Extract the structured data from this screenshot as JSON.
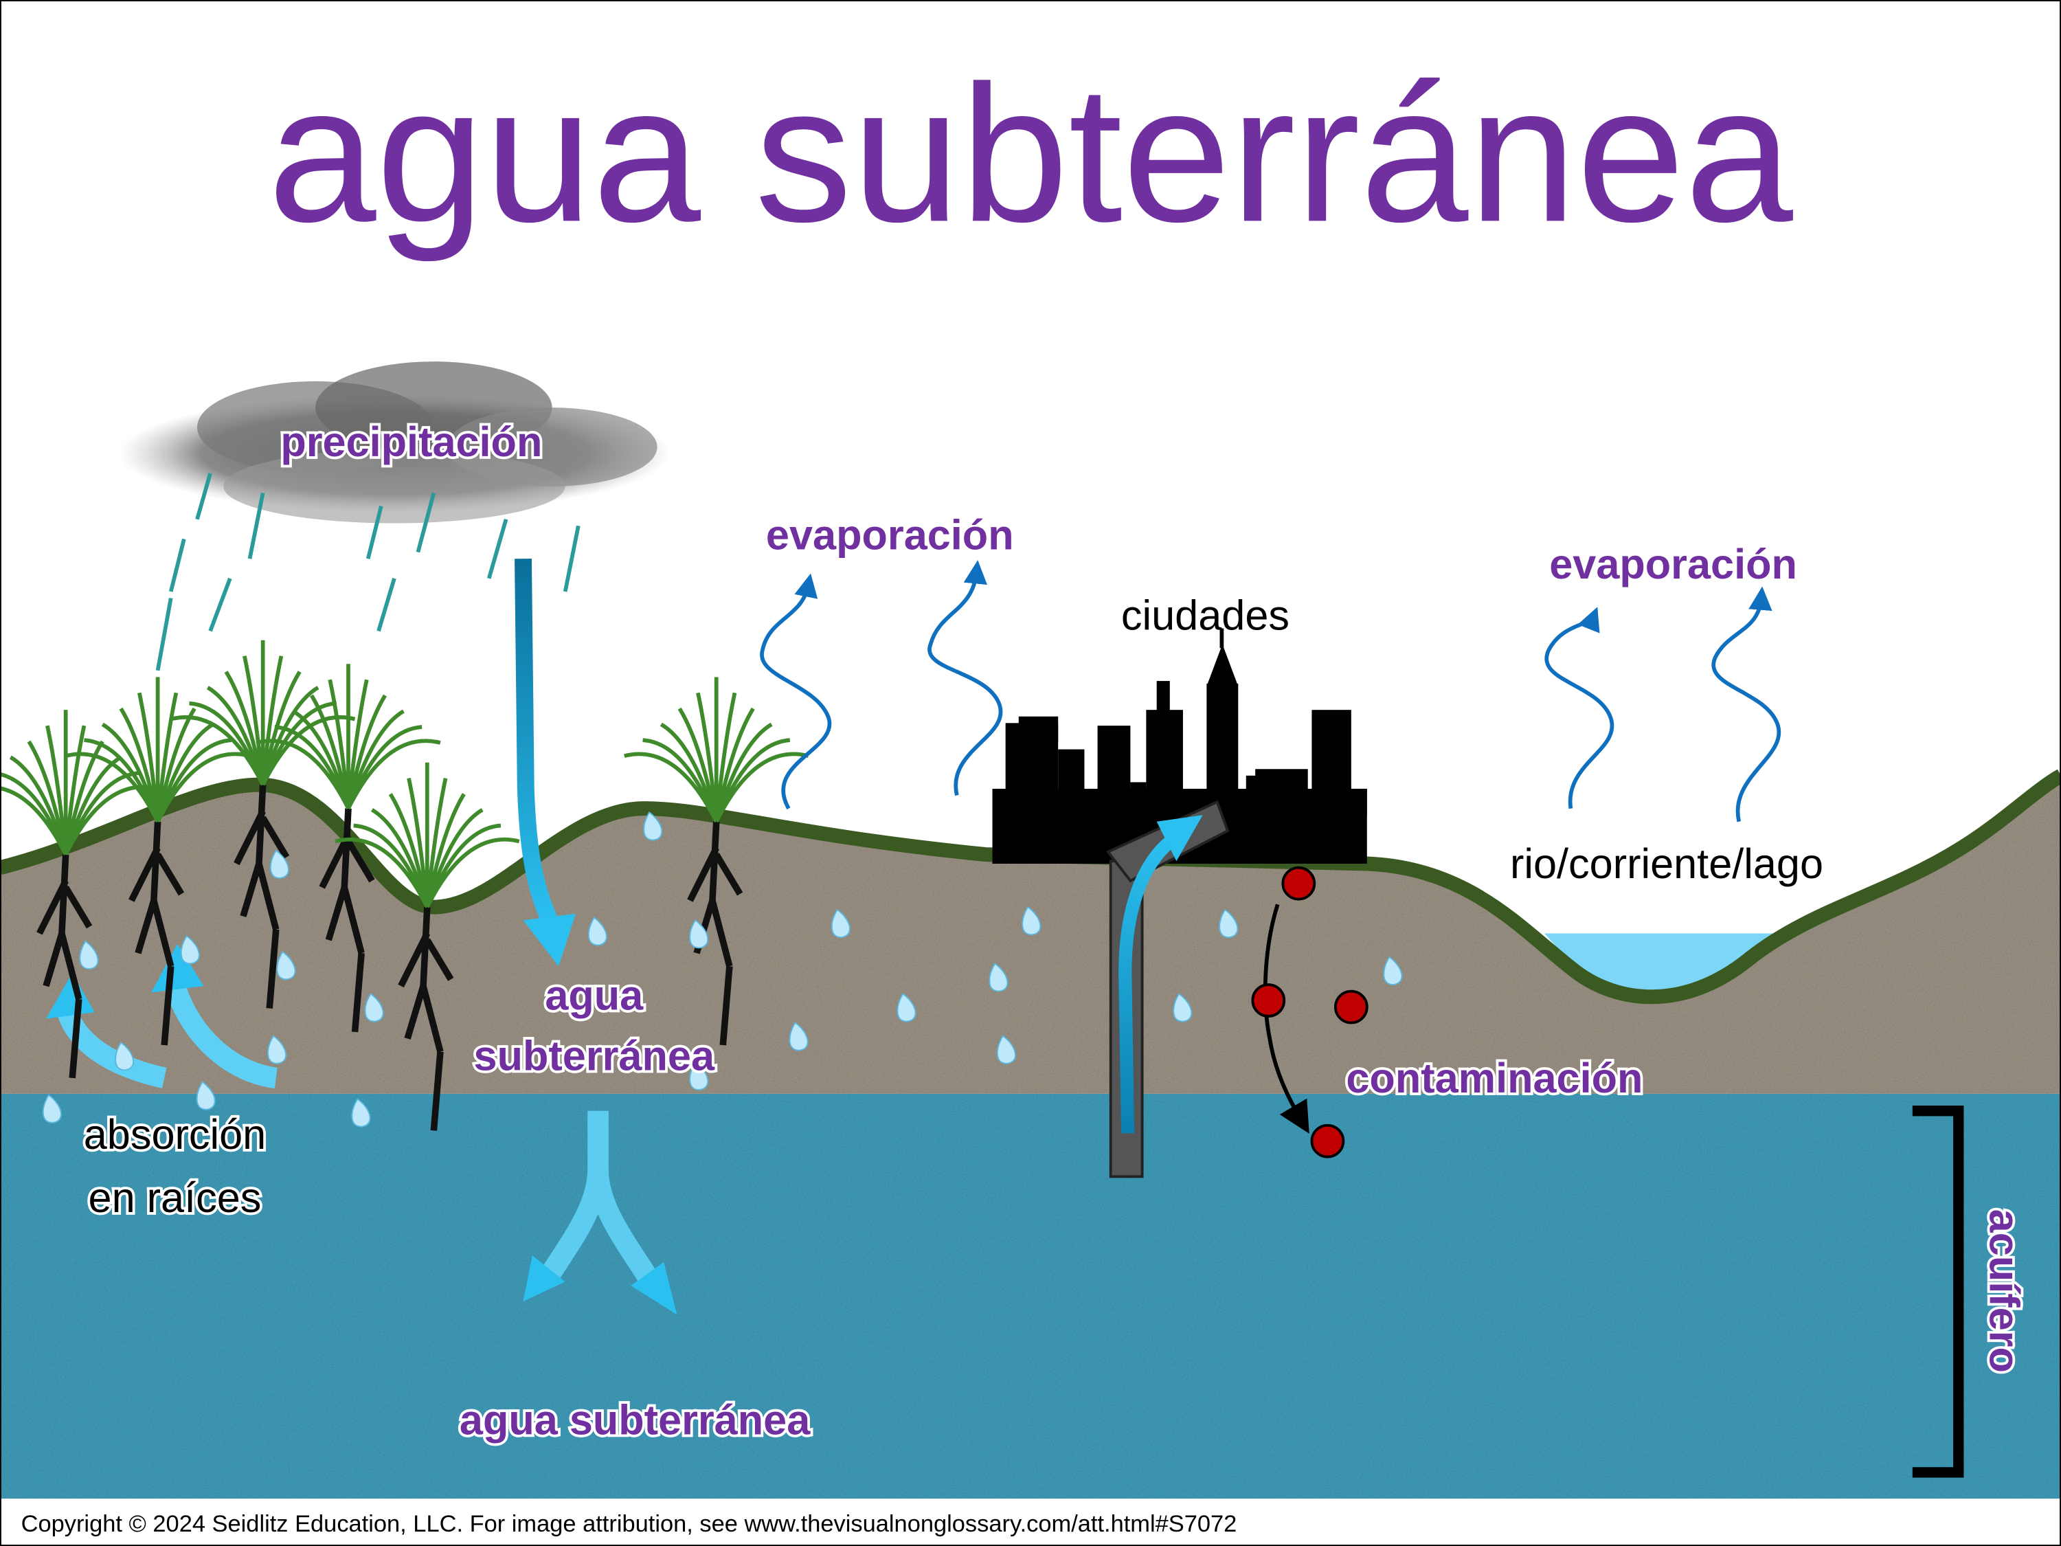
{
  "title": "agua subterránea",
  "labels": {
    "precipitation": "precipitación",
    "evaporation_left": "evaporación",
    "evaporation_right": "evaporación",
    "cities": "ciudades",
    "river": "rio/corriente/lago",
    "groundwater_line1": "agua",
    "groundwater_line2": "subterránea",
    "contamination": "contaminación",
    "absorption_line1": "absorción",
    "absorption_line2": "en raíces",
    "groundwater_bottom": "agua subterránea",
    "aquifer": "acuífero"
  },
  "copyright": "Copyright © 2024 Seidlitz Education, LLC.  For image attribution, see www.thevisualnonglossary.com/att.html#S7072",
  "colors": {
    "title": "#7030a0",
    "soil": "#9a9184",
    "aquifer": "#3f9bb8",
    "ground": "#3b5a22",
    "lake": "#7dd6f5",
    "evap": "#1070c0",
    "contaminant": "#c00000"
  }
}
